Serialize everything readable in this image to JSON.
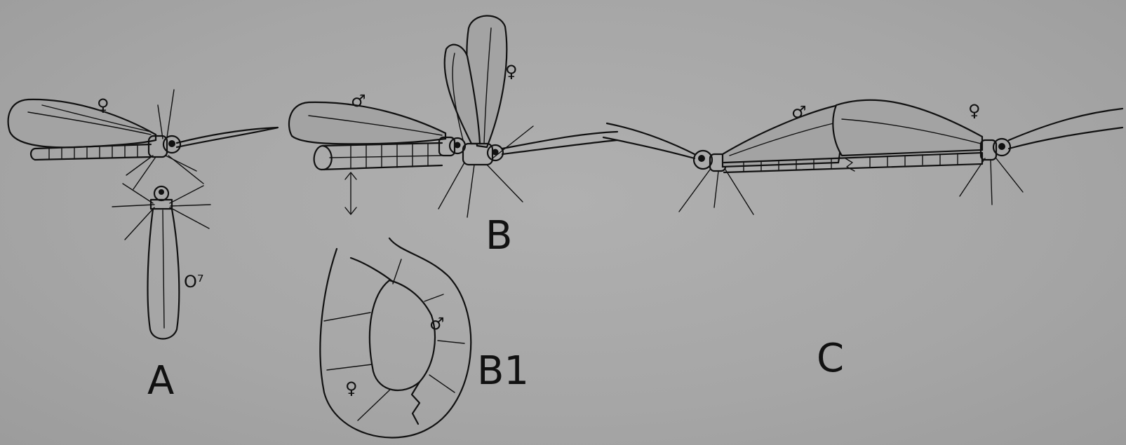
{
  "figure": {
    "labels": {
      "a": "A",
      "b": "B",
      "b1": "B1",
      "c": "C"
    },
    "sex_marks": {
      "female": "♀",
      "male": "♂",
      "male_alt": "O⁷"
    }
  }
}
